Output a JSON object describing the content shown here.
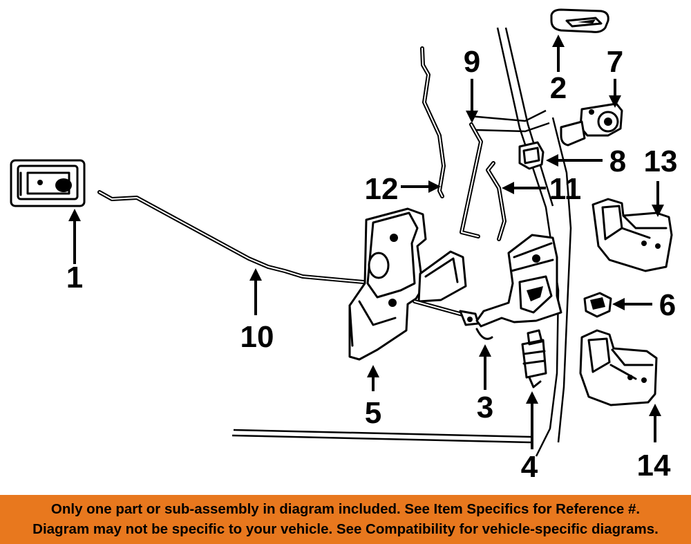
{
  "diagram": {
    "callouts": [
      {
        "id": "1",
        "label": "1"
      },
      {
        "id": "2",
        "label": "2"
      },
      {
        "id": "3",
        "label": "3"
      },
      {
        "id": "4",
        "label": "4"
      },
      {
        "id": "5",
        "label": "5"
      },
      {
        "id": "6",
        "label": "6"
      },
      {
        "id": "7",
        "label": "7"
      },
      {
        "id": "8",
        "label": "8"
      },
      {
        "id": "9",
        "label": "9"
      },
      {
        "id": "10",
        "label": "10"
      },
      {
        "id": "11",
        "label": "11"
      },
      {
        "id": "12",
        "label": "12"
      },
      {
        "id": "13",
        "label": "13"
      },
      {
        "id": "14",
        "label": "14"
      }
    ]
  },
  "disclaimer": {
    "line1": "Only one part or sub-assembly in diagram included. See Item Specifics for Reference #.",
    "line2": "Diagram may not be specific to your vehicle. See Compatibility for vehicle-specific diagrams.",
    "background_color": "#e8781e",
    "text_color": "#000000"
  }
}
